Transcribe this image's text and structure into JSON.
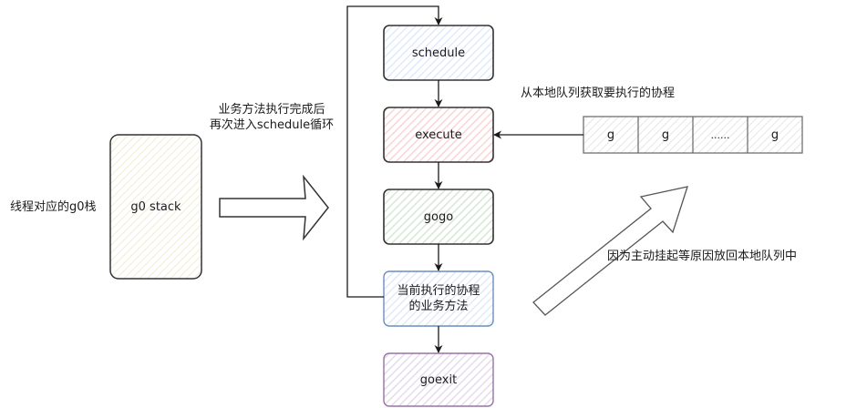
{
  "labels": {
    "g0_stack_label": "线程对应的g0栈",
    "loop_note_line1": "业务方法执行完成后",
    "loop_note_line2": "再次进入schedule循环",
    "queue_title": "从本地队列获取要执行的协程",
    "requeue_note": "因为主动挂起等原因放回本地队列中"
  },
  "nodes": {
    "g0_stack": {
      "label": "g0 stack",
      "fill": "#f9f7ed",
      "stroke": "#333333"
    },
    "schedule": {
      "label": "schedule",
      "fill": "#dae8fc",
      "stroke": "#333333"
    },
    "execute": {
      "label": "execute",
      "fill": "#f8cecc",
      "stroke": "#333333"
    },
    "gogo": {
      "label": "gogo",
      "fill": "#d5e8d4",
      "stroke": "#333333"
    },
    "business": {
      "label_line1": "当前执行的协程",
      "label_line2": "的业务方法",
      "fill": "#dae8fc",
      "stroke": "#6c8ebf"
    },
    "goexit": {
      "label": "goexit",
      "fill": "#e1d5e7",
      "stroke": "#9673a6"
    }
  },
  "queue": {
    "cells": [
      "g",
      "g",
      "......",
      "g"
    ],
    "fill": "#f5f5f5",
    "stroke": "#666666"
  }
}
